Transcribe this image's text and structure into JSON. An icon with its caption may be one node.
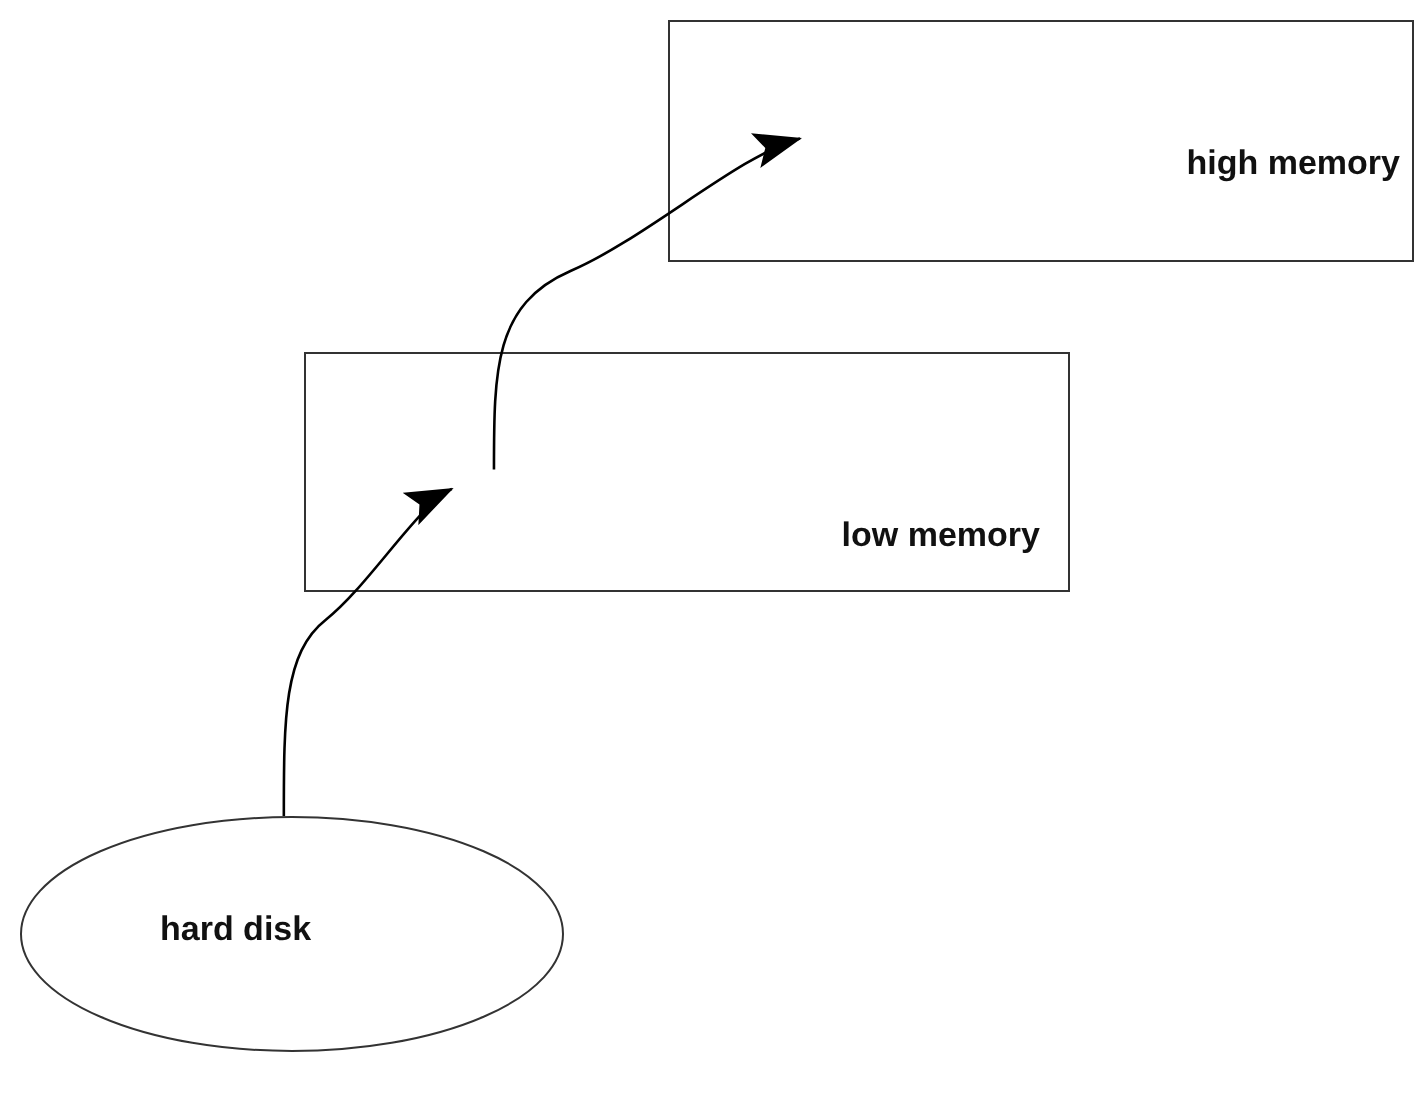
{
  "diagram": {
    "nodes": [
      {
        "text": [
          "high memory"
        ]
      },
      {
        "text": [
          "low memory"
        ]
      },
      {
        "text": [
          "hard disk"
        ]
      }
    ],
    "edges": [
      {
        "from": 2,
        "to": 1,
        "arrow": "to"
      },
      {
        "from": 1,
        "to": 0,
        "arrow": "to"
      }
    ]
  }
}
